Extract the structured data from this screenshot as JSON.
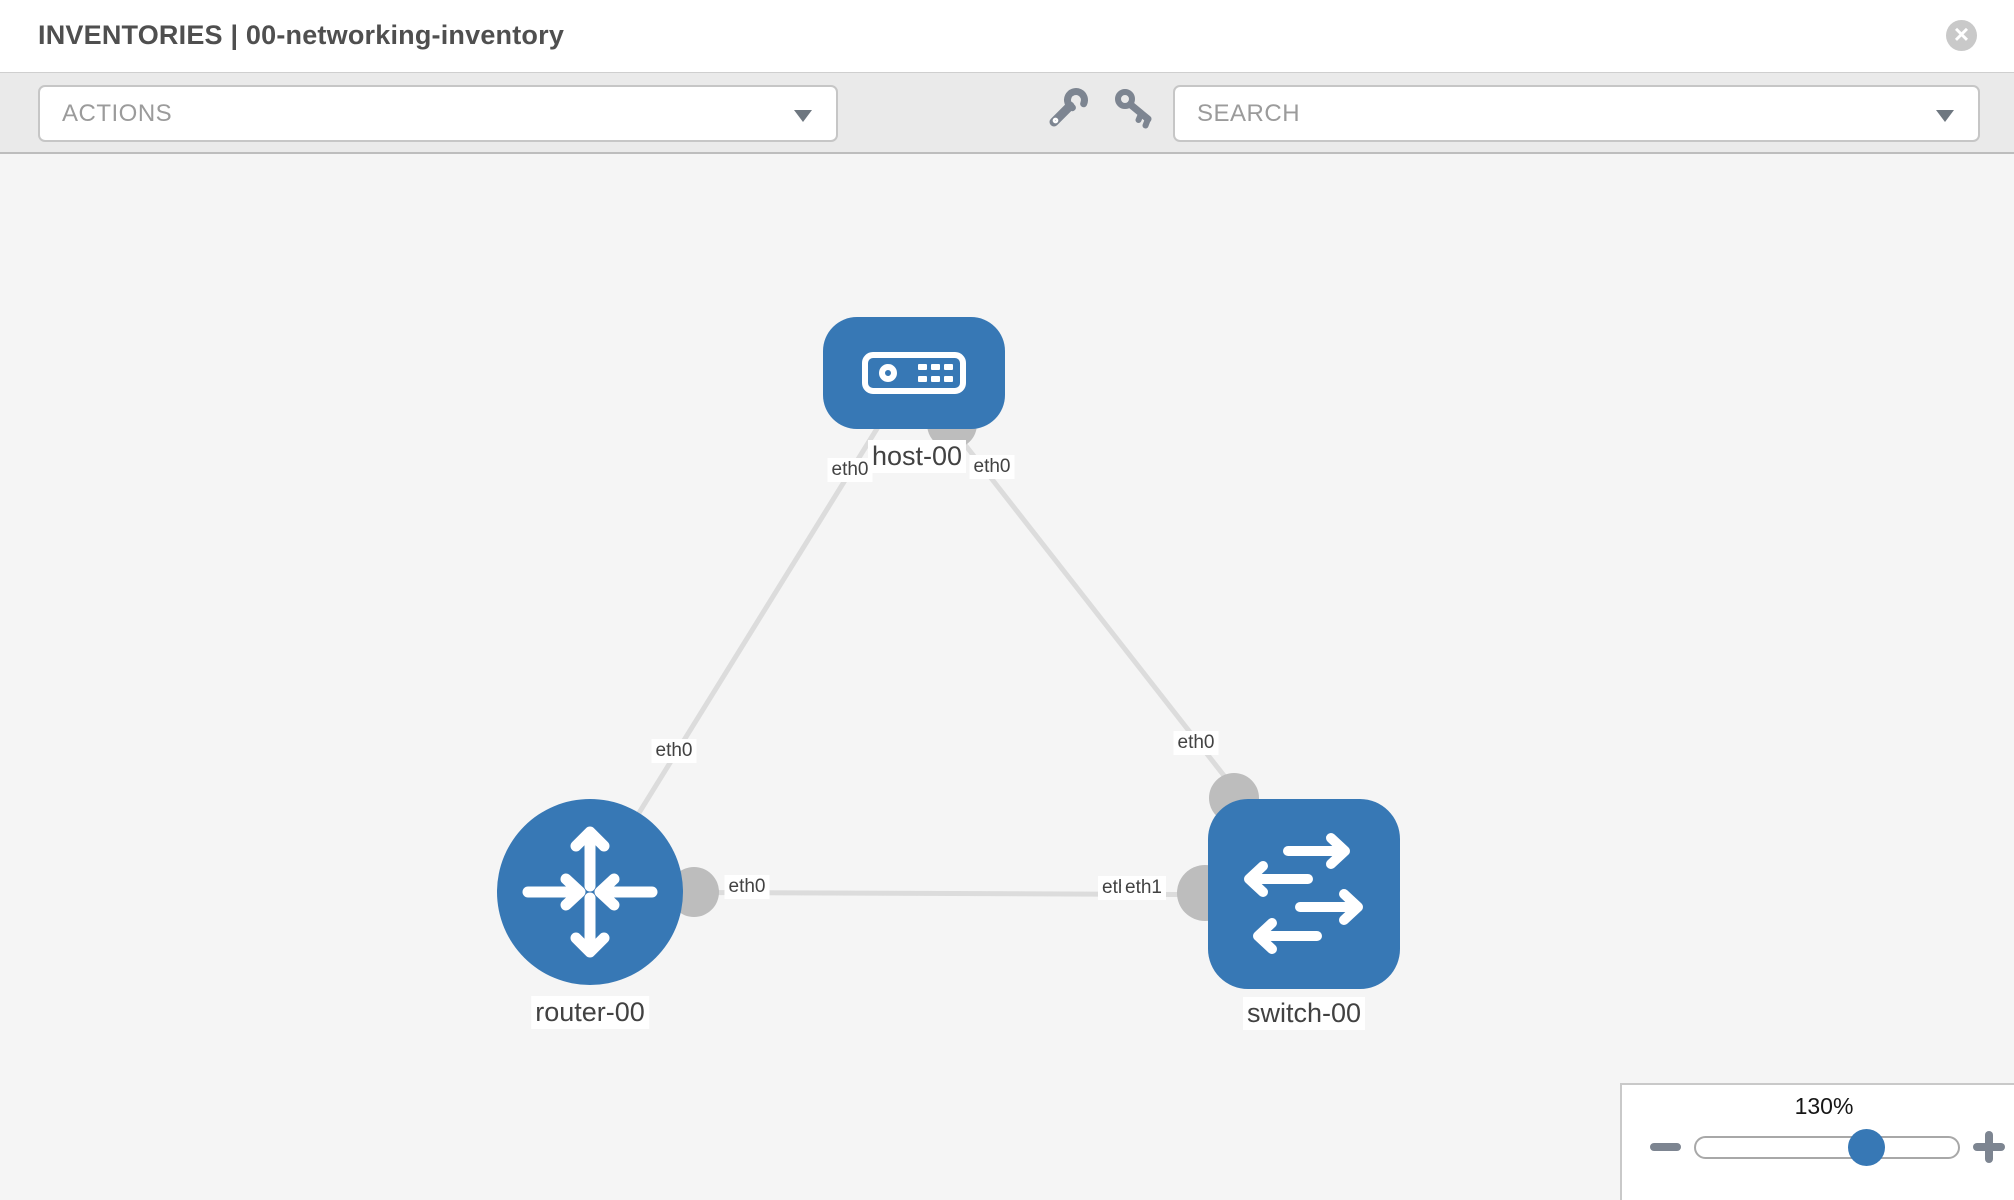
{
  "header": {
    "title": "INVENTORIES | 00-networking-inventory",
    "close_glyph": "×"
  },
  "toolbar": {
    "actions_label": "ACTIONS",
    "search_label": "SEARCH",
    "icons": [
      "wrench-icon",
      "key-icon"
    ]
  },
  "colors": {
    "node_blue": "#3778b5",
    "link_gray": "#dcdcdc",
    "connector_gray": "#bdbdbd",
    "canvas_bg": "#f5f5f5",
    "toolbar_bg": "#eaeaea"
  },
  "topology": {
    "nodes": [
      {
        "id": "host-00",
        "type": "host",
        "label": "host-00"
      },
      {
        "id": "router-00",
        "type": "router",
        "label": "router-00"
      },
      {
        "id": "switch-00",
        "type": "switch",
        "label": "switch-00"
      }
    ],
    "links": [
      {
        "from": "host-00",
        "to": "router-00"
      },
      {
        "from": "host-00",
        "to": "switch-00"
      },
      {
        "from": "router-00",
        "to": "switch-00"
      }
    ],
    "interfaces": [
      {
        "text": "eth0",
        "link": "host-router",
        "end": "host"
      },
      {
        "text": "eth0",
        "link": "host-switch",
        "end": "host"
      },
      {
        "text": "eth0",
        "link": "host-router",
        "end": "router"
      },
      {
        "text": "eth0",
        "link": "host-switch",
        "end": "switch"
      },
      {
        "text": "eth0",
        "link": "router-switch",
        "end": "router"
      },
      {
        "text": "eth0",
        "link": "router-switch",
        "end": "switch-back"
      },
      {
        "text": "eth1",
        "link": "router-switch",
        "end": "switch-front"
      }
    ]
  },
  "zoom_control": {
    "value": "130%",
    "percent": 130
  }
}
